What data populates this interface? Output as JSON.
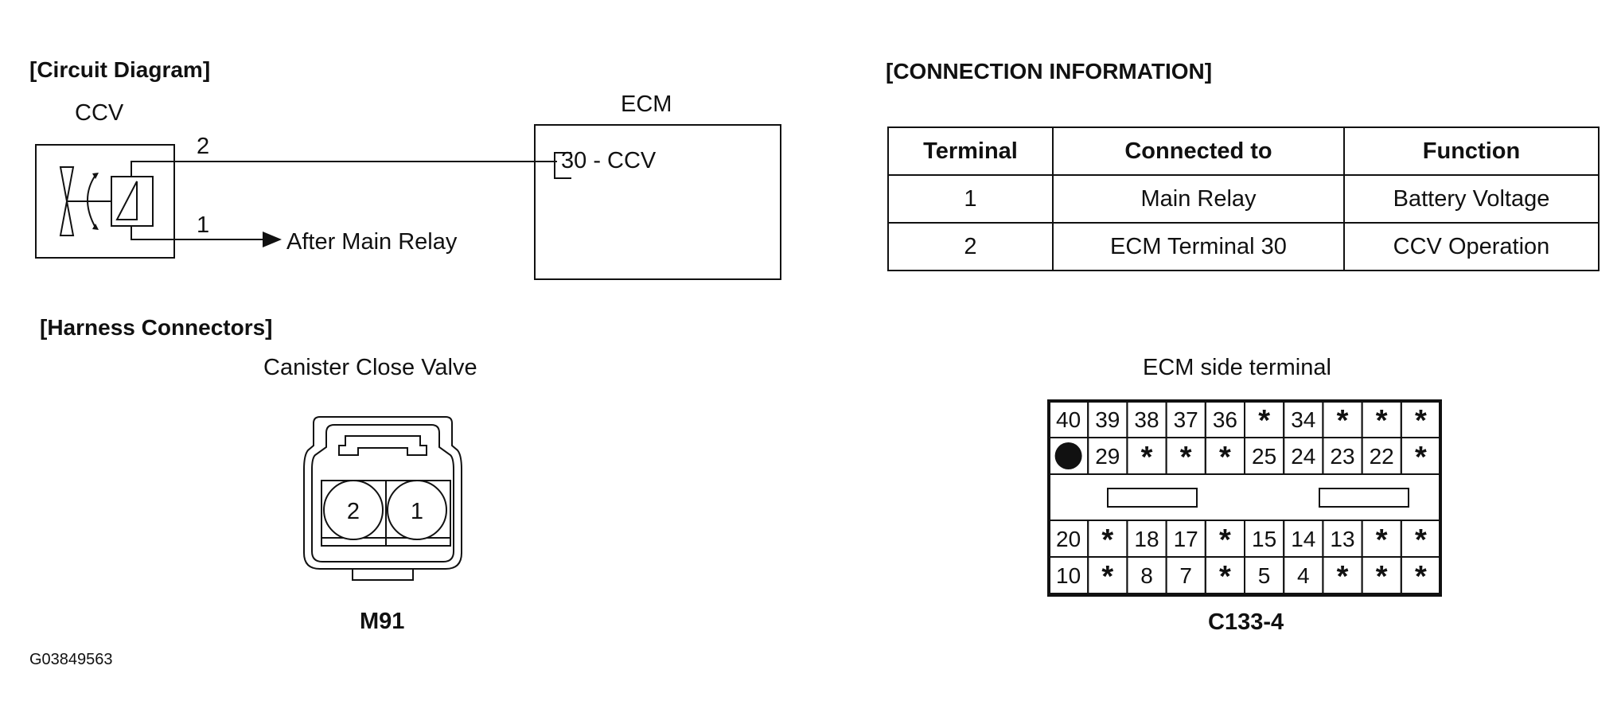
{
  "circuit_diagram": {
    "heading": "[Circuit Diagram]",
    "ccv_label": "CCV",
    "ecm_label": "ECM",
    "wire_2_label": "2",
    "wire_1_label": "1",
    "ecm_pin_label": "30 - CCV",
    "after_relay_label": "After Main Relay"
  },
  "connection_info": {
    "heading": "[CONNECTION INFORMATION]",
    "headers": [
      "Terminal",
      "Connected to",
      "Function"
    ],
    "rows": [
      [
        "1",
        "Main Relay",
        "Battery Voltage"
      ],
      [
        "2",
        "ECM Terminal 30",
        "CCV Operation"
      ]
    ]
  },
  "harness": {
    "heading": "[Harness Connectors]",
    "left_title": "Canister Close Valve",
    "left_pins": [
      "2",
      "1"
    ],
    "left_code": "M91",
    "right_title": "ECM side terminal",
    "right_code": "C133-4",
    "grid_top": [
      [
        "40",
        "39",
        "38",
        "37",
        "36",
        "*",
        "34",
        "*",
        "*",
        "*"
      ],
      [
        "●",
        "29",
        "*",
        "*",
        "*",
        "25",
        "24",
        "23",
        "22",
        "*"
      ]
    ],
    "grid_bottom": [
      [
        "20",
        "*",
        "18",
        "17",
        "*",
        "15",
        "14",
        "13",
        "*",
        "*"
      ],
      [
        "10",
        "*",
        "8",
        "7",
        "*",
        "5",
        "4",
        "*",
        "*",
        "*"
      ]
    ]
  },
  "figure_id": "G03849563"
}
